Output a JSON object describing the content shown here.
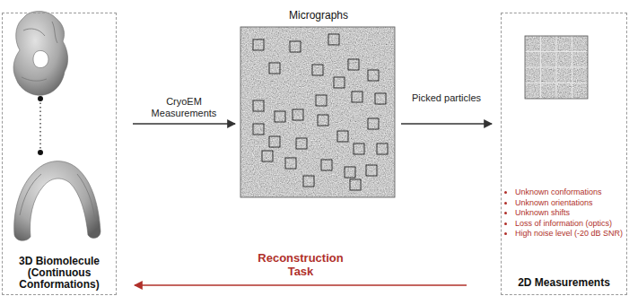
{
  "diagram": {
    "nodes": [
      {
        "text": [
          "3D Biomolecule (Continuous Conformations)"
        ]
      },
      {
        "text": [
          "Micrographs"
        ]
      },
      {
        "text": [
          "Unknown conformations",
          "Unknown orientations",
          "Unknown shifts",
          "Loss of information (optics)",
          "High noise level (-20 dB SNR)",
          "2D Measurements"
        ]
      }
    ],
    "edges": [
      {
        "from": 0,
        "to": 1,
        "arrow": "to",
        "label": "CryoEM Measurements"
      },
      {
        "from": 1,
        "to": 2,
        "arrow": "to",
        "label": "Picked particles"
      },
      {
        "from": 2,
        "to": 0,
        "arrow": "to",
        "label": "Reconstruction Task"
      }
    ]
  }
}
